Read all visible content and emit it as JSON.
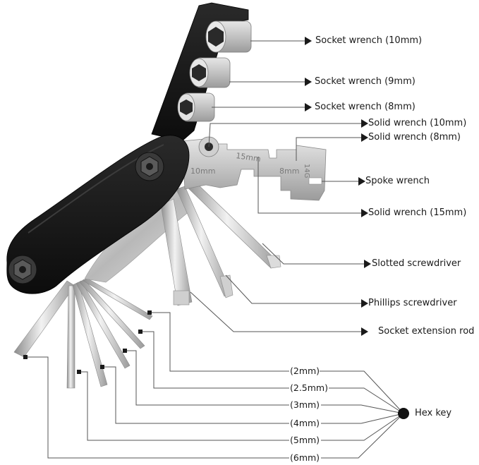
{
  "labels": {
    "socket_10": "Socket wrench (10mm)",
    "socket_9": "Socket wrench (9mm)",
    "socket_8": "Socket wrench (8mm)",
    "solid_10": "Solid wrench  (10mm)",
    "solid_8": "Solid wrench  (8mm)",
    "spoke": "Spoke wrench",
    "solid_15": "Solid wrench  (15mm)",
    "slotted": "Slotted screwdriver",
    "phillips": "Phillips screwdriver",
    "extension": "Socket extension rod",
    "hex_key": "Hex key"
  },
  "hex_sizes": [
    "(2mm)",
    "(2.5mm)",
    "(3mm)",
    "(4mm)",
    "(5mm)",
    "(6mm)"
  ],
  "stamps": {
    "mm10": "10mm",
    "mm15": "15mm",
    "mm8": "8mm",
    "mm14": "14G"
  },
  "colors": {
    "body": "#141414",
    "steel": "#c9c9c9",
    "line": "#555555",
    "text": "#1a1a1a"
  }
}
